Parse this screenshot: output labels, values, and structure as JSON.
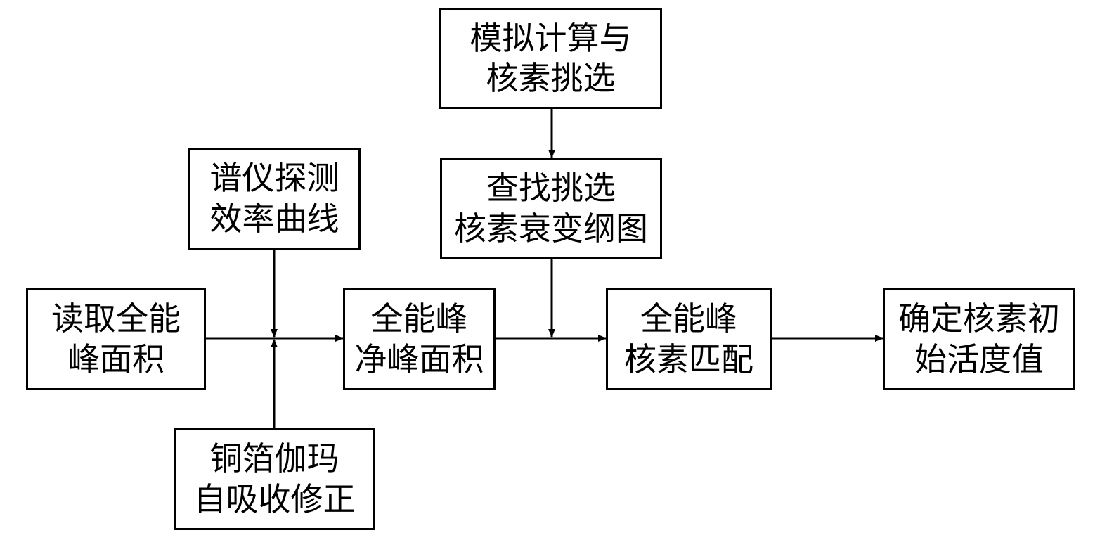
{
  "nodes": {
    "simulation": {
      "line1": "模拟计算与",
      "line2": "核素挑选"
    },
    "decay_scheme": {
      "line1": "查找挑选",
      "line2": "核素衰变纲图"
    },
    "efficiency": {
      "line1": "谱仪探测",
      "line2": "效率曲线"
    },
    "read_peak": {
      "line1": "读取全能",
      "line2": "峰面积"
    },
    "net_peak": {
      "line1": "全能峰",
      "line2": "净峰面积"
    },
    "matching": {
      "line1": "全能峰",
      "line2": "核素匹配"
    },
    "activity": {
      "line1": "确定核素初",
      "line2": "始活度值"
    },
    "self_absorption": {
      "line1": "铜箔伽玛",
      "line2": "自吸收修正"
    }
  },
  "colors": {
    "stroke": "#000000",
    "background": "#ffffff"
  }
}
